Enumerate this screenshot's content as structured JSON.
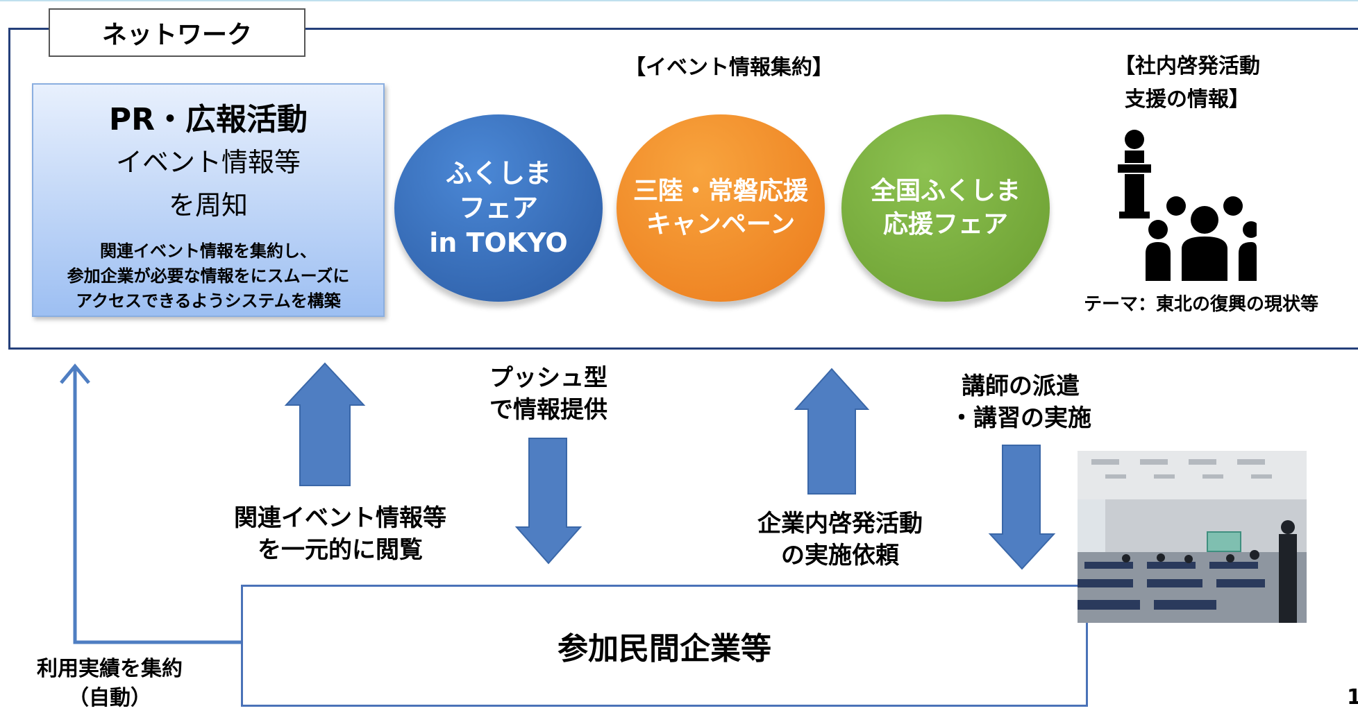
{
  "network_label": "ネットワーク",
  "pr_box": {
    "title": "PR・広報活動",
    "line1": "イベント情報等",
    "line2": "を周知",
    "desc1": "関連イベント情報を集約し、",
    "desc2": "参加企業が必要な情報をにスムーズに",
    "desc3": "アクセスできるようシステムを構築"
  },
  "event_heading": "【イベント情報集約】",
  "circles": [
    {
      "lines": [
        "ふくしま",
        "フェア",
        "in TOKYO"
      ]
    },
    {
      "lines": [
        "三陸・常磐応援",
        "キャンペーン"
      ]
    },
    {
      "lines": [
        "全国ふくしま",
        "応援フェア"
      ]
    }
  ],
  "support": {
    "heading1": "【社内啓発活動",
    "heading2": "支援の情報】",
    "theme": "テーマ：東北の復興の現状等"
  },
  "labels": {
    "browse1": "関連イベント情報等",
    "browse2": "を一元的に閲覧",
    "push1": "プッシュ型",
    "push2": "で情報提供",
    "request1": "企業内啓発活動",
    "request2": "の実施依頼",
    "lecture1": "講師の派遣",
    "lecture2": "・講習の実施",
    "usage1": "利用実績を集約",
    "usage2": "（自動）"
  },
  "participants": "参加民間企業等",
  "page_number": "1",
  "colors": {
    "frame": "#243f7a",
    "arrow": "#4f7ec2",
    "circle_blue": "#2f66b3",
    "circle_orange": "#f18a29",
    "circle_green": "#76aa37"
  }
}
